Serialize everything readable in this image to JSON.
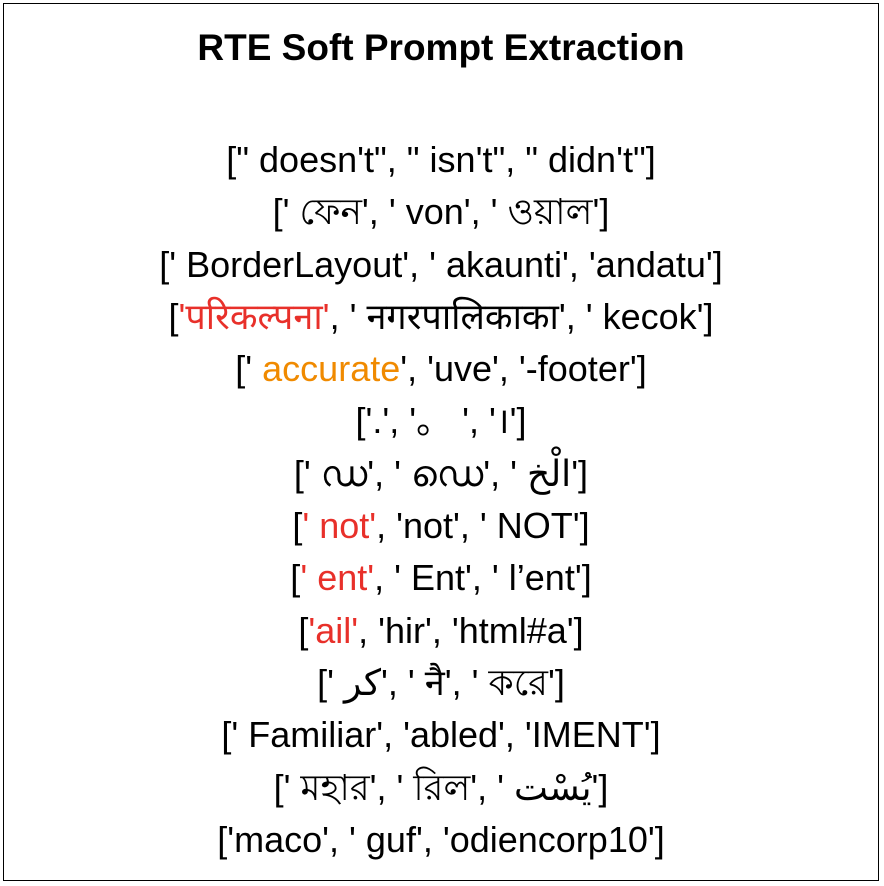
{
  "title": "RTE Soft Prompt Extraction",
  "colors": {
    "highlight_red": "#e8302a",
    "highlight_orange": "#f08a00",
    "text": "#000000",
    "border": "#000000"
  },
  "lines": [
    [
      {
        "t": "[\" doesn't\", \" isn't\", \" didn't\"]"
      }
    ],
    [
      {
        "t": "[' ফেন', ' von', ' ওয়াল']"
      }
    ],
    [
      {
        "t": "[' BorderLayout', ' akaunti', 'andatu']"
      }
    ],
    [
      {
        "t": "["
      },
      {
        "t": "'परिकल्पना'",
        "c": "red"
      },
      {
        "t": ", ' नगरपालिकाका', ' kecok']"
      }
    ],
    [
      {
        "t": "['"
      },
      {
        "t": " accurate",
        "c": "orange"
      },
      {
        "t": "', 'uve', '-footer']"
      }
    ],
    [
      {
        "t": "['.', '。 ', '।']"
      }
    ],
    [
      {
        "t": "[' ഡ', ' ഡെ', ' الْخ']"
      }
    ],
    [
      {
        "t": "["
      },
      {
        "t": "' not'",
        "c": "red"
      },
      {
        "t": ", 'not', ' NOT']"
      }
    ],
    [
      {
        "t": "["
      },
      {
        "t": "' ent'",
        "c": "red"
      },
      {
        "t": ", ' Ent', ' l’ent']"
      }
    ],
    [
      {
        "t": "["
      },
      {
        "t": "'ail'",
        "c": "red"
      },
      {
        "t": ", 'hir', 'html#a']"
      }
    ],
    [
      {
        "t": "[' کر', ' नै', ' করে']"
      }
    ],
    [
      {
        "t": "[' Familiar', 'abled', 'IMENT']"
      }
    ],
    [
      {
        "t": "[' মহার', ' রিল', ' يُسْت']"
      }
    ],
    [
      {
        "t": "['maco', ' guf', 'odiencorp10']"
      }
    ]
  ]
}
